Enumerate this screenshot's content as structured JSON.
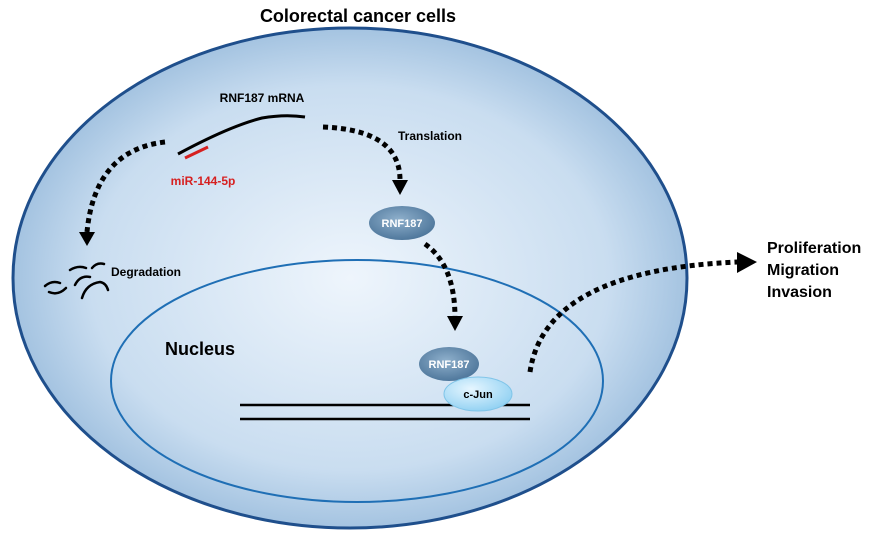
{
  "title": "Colorectal cancer cells",
  "mrna_label": "RNF187 mRNA",
  "mirna_label": "miR-144-5p",
  "translation_label": "Translation",
  "degradation_label": "Degradation",
  "protein_label": "RNF187",
  "nucleus_label": "Nucleus",
  "nuclear_protein_label": "RNF187",
  "partner_label": "c-Jun",
  "outcomes": [
    "Proliferation",
    "Migration",
    "Invasion"
  ],
  "colors": {
    "cell_fill_light": "#e9f2fb",
    "cell_fill_dark": "#9dbfdc",
    "membrane": "#1f4f8c",
    "nucleus_border": "#1f6fb5",
    "mirna": "#d62020",
    "protein": "#5a84a8",
    "partner": "#a8dcf5",
    "arrow": "#000000"
  }
}
